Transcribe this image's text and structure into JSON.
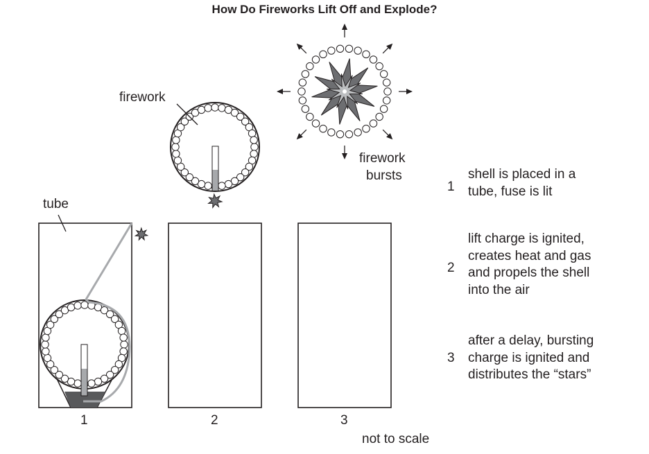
{
  "title": "How Do Fireworks Lift Off and Explode?",
  "labels": {
    "firework": "firework",
    "tube": "tube",
    "bursts_line1": "firework",
    "bursts_line2": "bursts",
    "not_to_scale": "not to scale"
  },
  "tube_numbers": [
    "1",
    "2",
    "3"
  ],
  "steps": [
    {
      "number": "1",
      "lines": [
        "shell is placed in a",
        "tube, fuse is lit"
      ]
    },
    {
      "number": "2",
      "lines": [
        "lift charge is ignited,",
        "creates heat and gas",
        "and propels the shell",
        "into the air"
      ]
    },
    {
      "number": "3",
      "lines": [
        "after a delay, bursting",
        "charge is ignited and",
        "distributes the “stars”"
      ]
    }
  ],
  "colors": {
    "line": "#231f20",
    "fuse": "#a7a9ac",
    "charge": "#58595b",
    "star_dark": "#6d6e71",
    "star_light": "#bcbec0"
  }
}
